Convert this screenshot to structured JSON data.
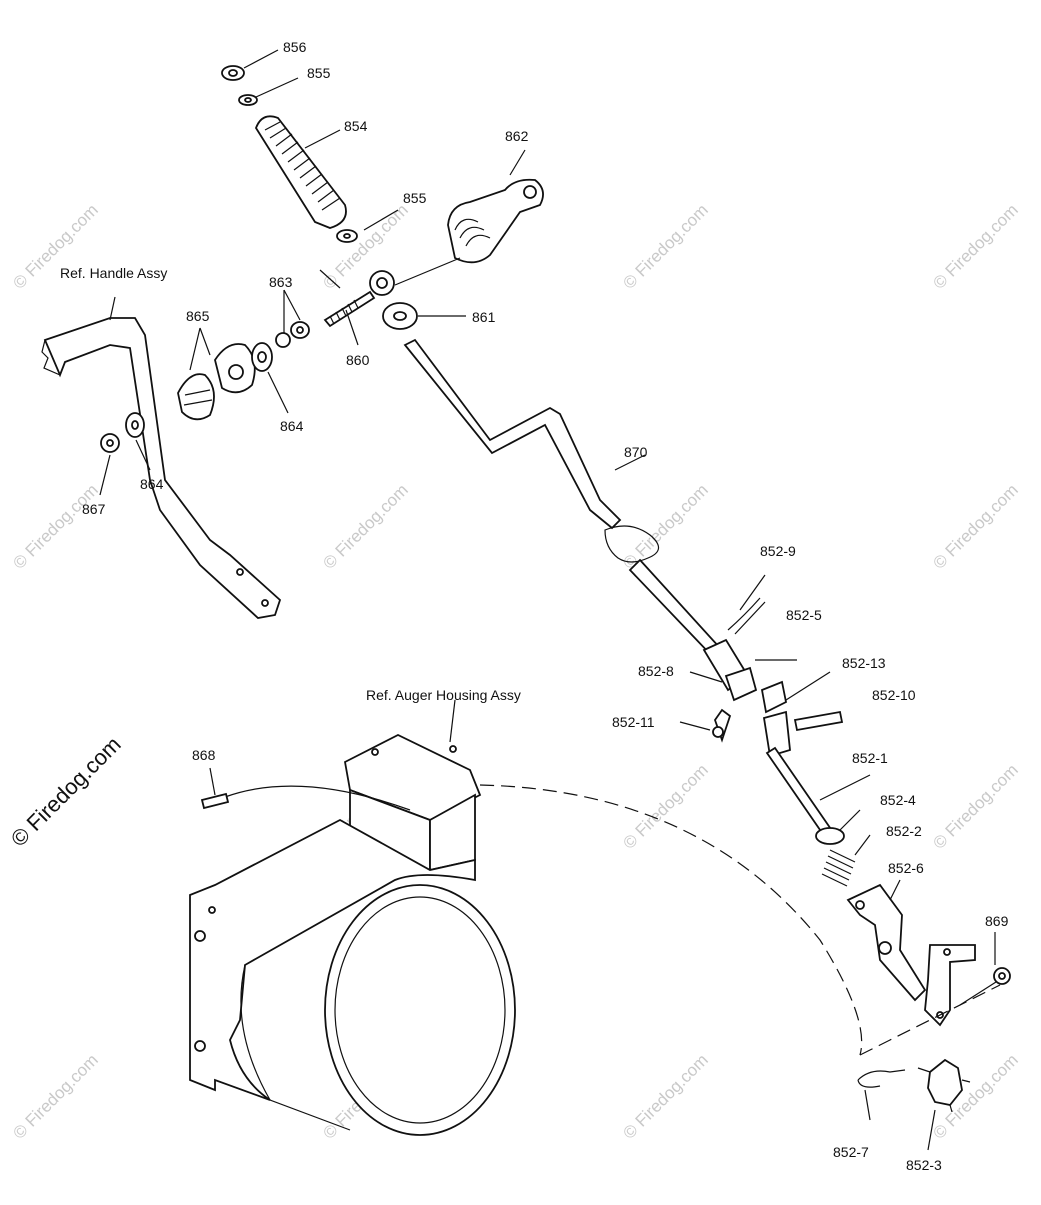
{
  "labels": {
    "p856": "856",
    "p855a": "855",
    "p854": "854",
    "p855b": "855",
    "p862": "862",
    "p863": "863",
    "p865": "865",
    "p860": "860",
    "p861": "861",
    "p864a": "864",
    "p864b": "864",
    "p867": "867",
    "p870": "870",
    "p852_9": "852-9",
    "p852_5": "852-5",
    "p852_8": "852-8",
    "p852_13": "852-13",
    "p852_10": "852-10",
    "p852_11": "852-11",
    "p852_1": "852-1",
    "p852_4": "852-4",
    "p852_2": "852-2",
    "p852_6": "852-6",
    "p869": "869",
    "p868": "868",
    "p852_7": "852-7",
    "p852_3": "852-3"
  },
  "refs": {
    "handle": "Ref. Handle Assy",
    "auger": "Ref. Auger Housing Assy"
  },
  "watermark": {
    "text": "© Firedog.com",
    "side_text": "© Firedog.com"
  }
}
